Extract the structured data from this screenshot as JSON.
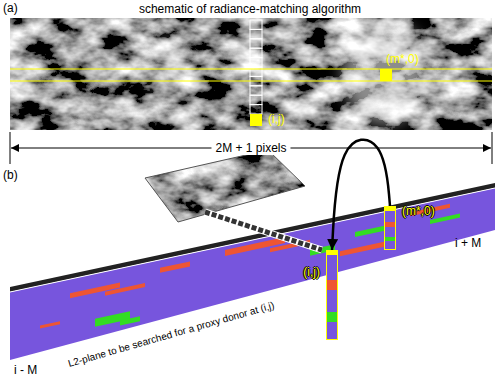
{
  "diagram": {
    "title": "schematic of radiance-matching algorithm",
    "nodes": [
      {
        "text": [
          "(i,j)"
        ]
      },
      {
        "text": [
          "(m*,0)"
        ]
      },
      {
        "text": [
          "(m*,0)"
        ]
      },
      {
        "text": [
          "(i,j)"
        ]
      }
    ],
    "edges": [
      {
        "from": 2,
        "to": 3,
        "arrow": "to"
      }
    ],
    "labels": [
      "(a)",
      "(b)",
      "2M + 1 pixels",
      "L2-plane to be searched for a proxy donor at (i,j)",
      "i - M",
      "i + M"
    ]
  }
}
